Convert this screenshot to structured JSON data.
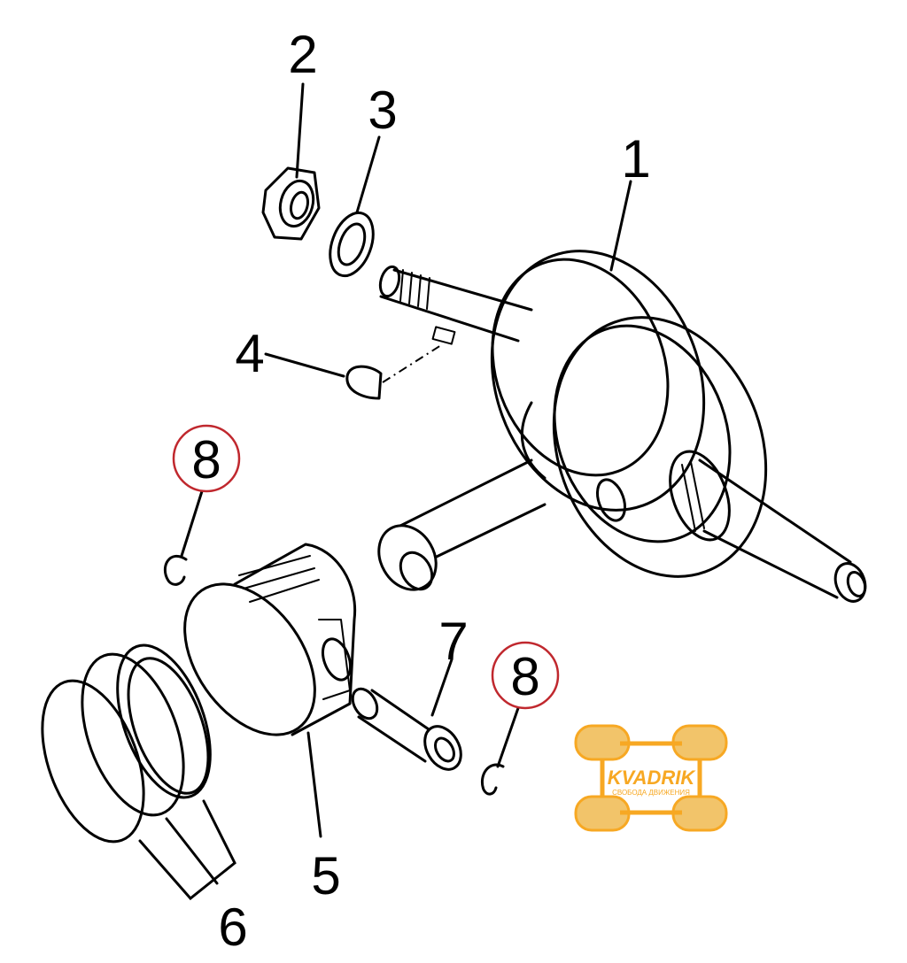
{
  "callouts": {
    "c1": "1",
    "c2": "2",
    "c3": "3",
    "c4": "4",
    "c5": "5",
    "c6": "6",
    "c7": "7",
    "c8a": "8",
    "c8b": "8"
  },
  "highlight_color": "#c0282e",
  "logo": {
    "brand": "KVADRIK",
    "tagline": "СВОБОДА ДВИЖЕНИЯ",
    "color": "#f7a823"
  }
}
